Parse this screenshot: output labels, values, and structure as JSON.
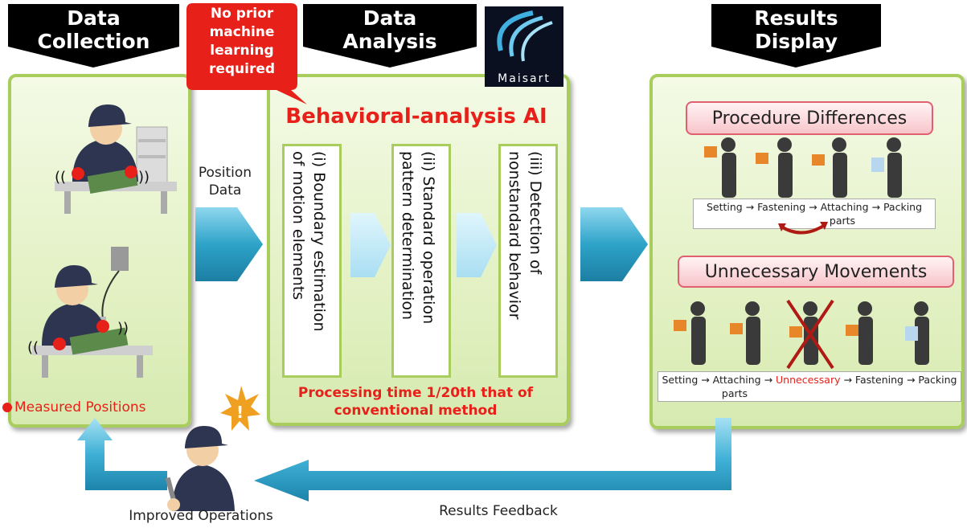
{
  "headers": {
    "data_collection": "Data\nCollection",
    "data_analysis": "Data\nAnalysis",
    "results_display": "Results\nDisplay"
  },
  "callout": "No prior\nmachine\nlearning\nrequired",
  "logo_text": "Maisart",
  "left_panel": {
    "measured_positions": "Measured Positions"
  },
  "position_data": "Position\nData",
  "analysis": {
    "title": "Behavioral-analysis AI",
    "steps": [
      "(i) Boundary estimation\nof motion elements",
      "(ii) Standard operation\npattern determination",
      "(iii) Detection of\nnonstandard behavior"
    ],
    "processing": "Processing time 1/20th that of\nconventional method"
  },
  "results": {
    "procedure_title": "Procedure Differences",
    "procedure_seq": {
      "line1": "Setting → Fastening → Attaching → Packing",
      "line2": "parts"
    },
    "unnecessary_title": "Unnecessary Movements",
    "unnecessary_seq": {
      "part1": "Setting → Attaching → ",
      "red": "Unnecessary",
      "part2": " → Fastening → Packing",
      "line2": "parts"
    }
  },
  "feedback_label": "Results Feedback",
  "improved_label": "Improved Operations",
  "colors": {
    "panel_border": "#a9cd5c",
    "header_bg": "#000000",
    "arrow_blue": "#2ea3c8",
    "accent_red": "#e8201a",
    "pink_box": "#f8c5ca",
    "worker_navy": "#2d3550"
  }
}
